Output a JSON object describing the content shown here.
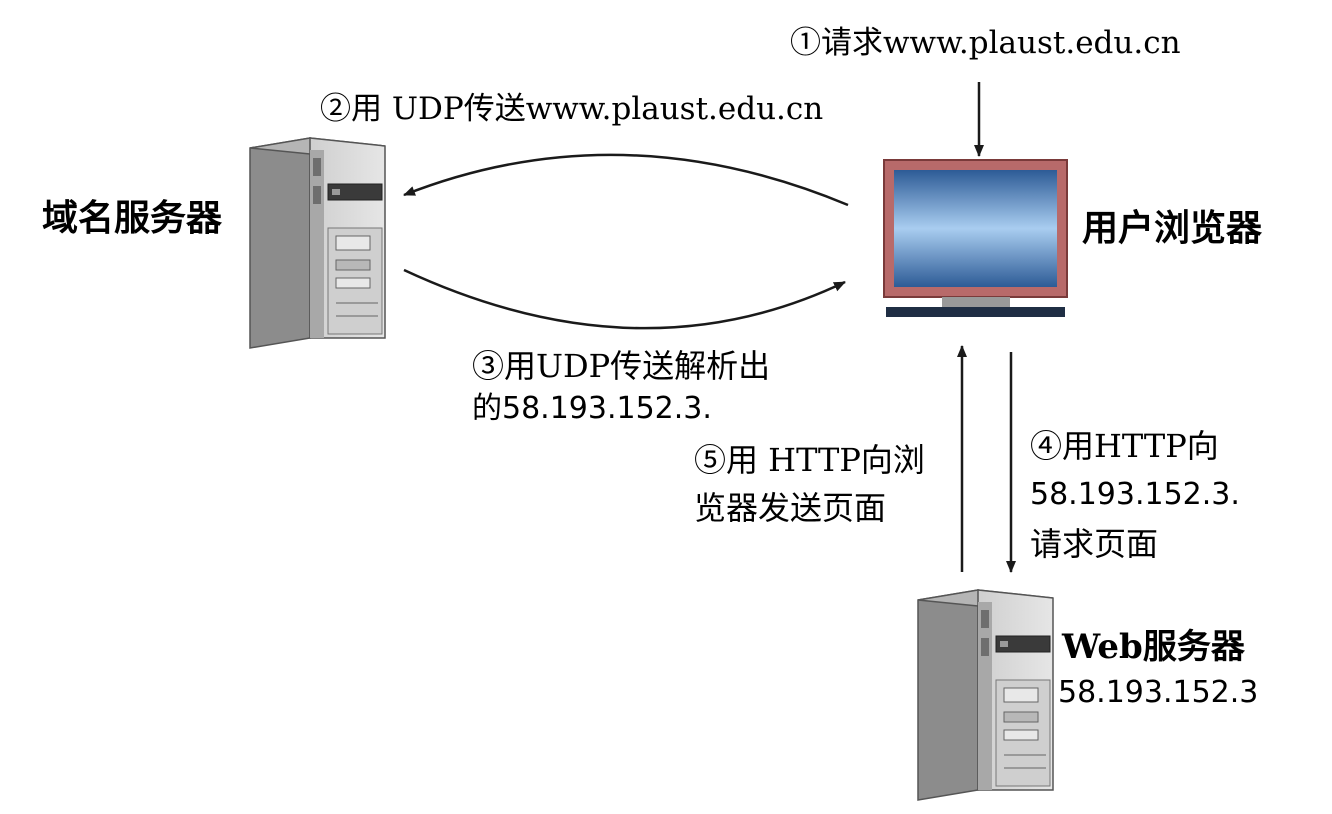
{
  "nodes": {
    "dns_server": {
      "label": "域名服务器"
    },
    "browser": {
      "label": "用户浏览器"
    },
    "web_server": {
      "label": "Web服务器",
      "ip": "58.193.152.3"
    }
  },
  "steps": {
    "step1": {
      "line1": "①请求www.plaust.edu.cn"
    },
    "step2": {
      "line1": "②用 UDP传送www.plaust.edu.cn"
    },
    "step3": {
      "line1": "③用UDP传送解析出",
      "line2": "的58.193.152.3."
    },
    "step4": {
      "line1": "④用HTTP向",
      "line2": "58.193.152.3.",
      "line3": "请求页面"
    },
    "step5": {
      "line1": "⑤用 HTTP向浏",
      "line2": "览器发送页面"
    }
  },
  "colors": {
    "line": "#1a1a1a",
    "server_front": "#d9d9d9",
    "server_side": "#8c8c8c",
    "monitor_frame": "#b86a6a",
    "screen_top": "#2d5b96",
    "screen_mid": "#a9cdf0",
    "monitor_base": "#1f2e44"
  },
  "icons": {
    "dns_server": "server-tower-icon",
    "browser": "monitor-icon",
    "web_server": "server-tower-icon"
  }
}
